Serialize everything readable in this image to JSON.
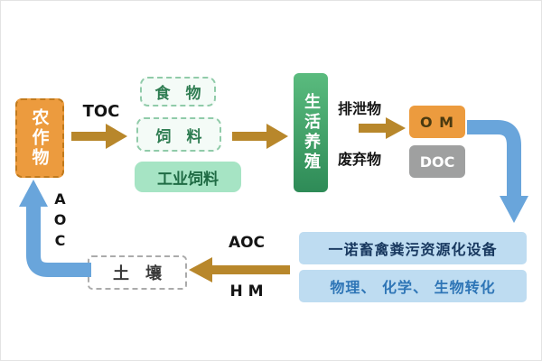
{
  "diagram": {
    "crops": "农作物",
    "toc": "TOC",
    "food": "食　物",
    "feed": "饲　料",
    "industrial_feed": "工业饲料",
    "breeding": "生活养殖",
    "excreta": "排泄物",
    "waste": "废弃物",
    "om": "O M",
    "doc": "DOC",
    "equipment": "一诺畜禽粪污资源化设备",
    "transform": "物理、 化学、 生物转化",
    "aoc_return_top": "AOC",
    "hm": "H M",
    "soil": "土　壤",
    "aoc_return_left": "AOC"
  },
  "colors": {
    "accent_gold": "#B8872B",
    "accent_blue": "#69A5DB",
    "orange": "#EC9B3E",
    "green": "#2E8B57",
    "mint": "#A6E4C4",
    "light_blue": "#BEDCF1",
    "gray": "#9FA0A0"
  }
}
